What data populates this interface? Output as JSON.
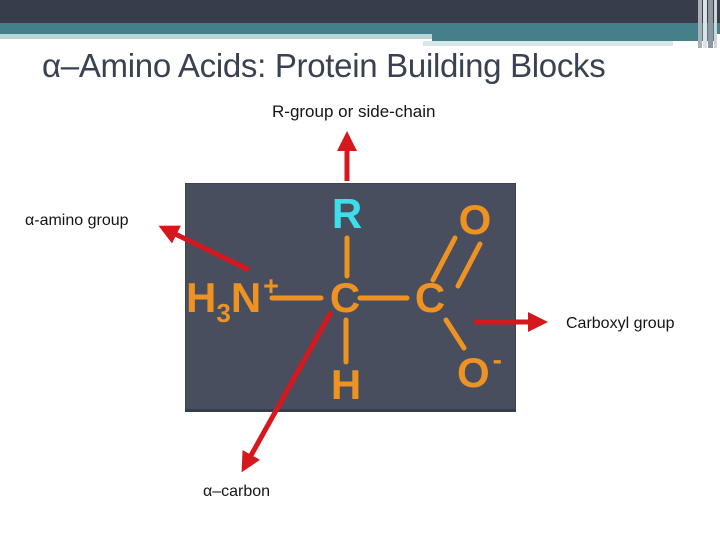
{
  "title": "α–Amino Acids: Protein Building Blocks",
  "diagram": {
    "label_top": "R-group or side-chain",
    "label_left": "α-amino group",
    "label_right": "Carboxyl group",
    "label_bottom": "α–carbon",
    "molecule": {
      "r": "R",
      "h": "H",
      "h_sub": "3",
      "n": "N",
      "n_charge": "+",
      "alpha_c": "C",
      "carboxyl_c": "C",
      "o_double": "O",
      "o_single": "O",
      "o_charge": "-",
      "h_bottom": "H"
    }
  },
  "colors": {
    "navy_bar": "#383d4b",
    "teal_bar": "#45808a",
    "pale_teal_stripe": "#b9d4d4",
    "box_background": "#494e5f",
    "bond_orange": "#ee9321",
    "r_cyan": "#3ddde9",
    "arrow_red": "#d5171e",
    "title_text": "#3a4150",
    "label_text": "#141414"
  }
}
